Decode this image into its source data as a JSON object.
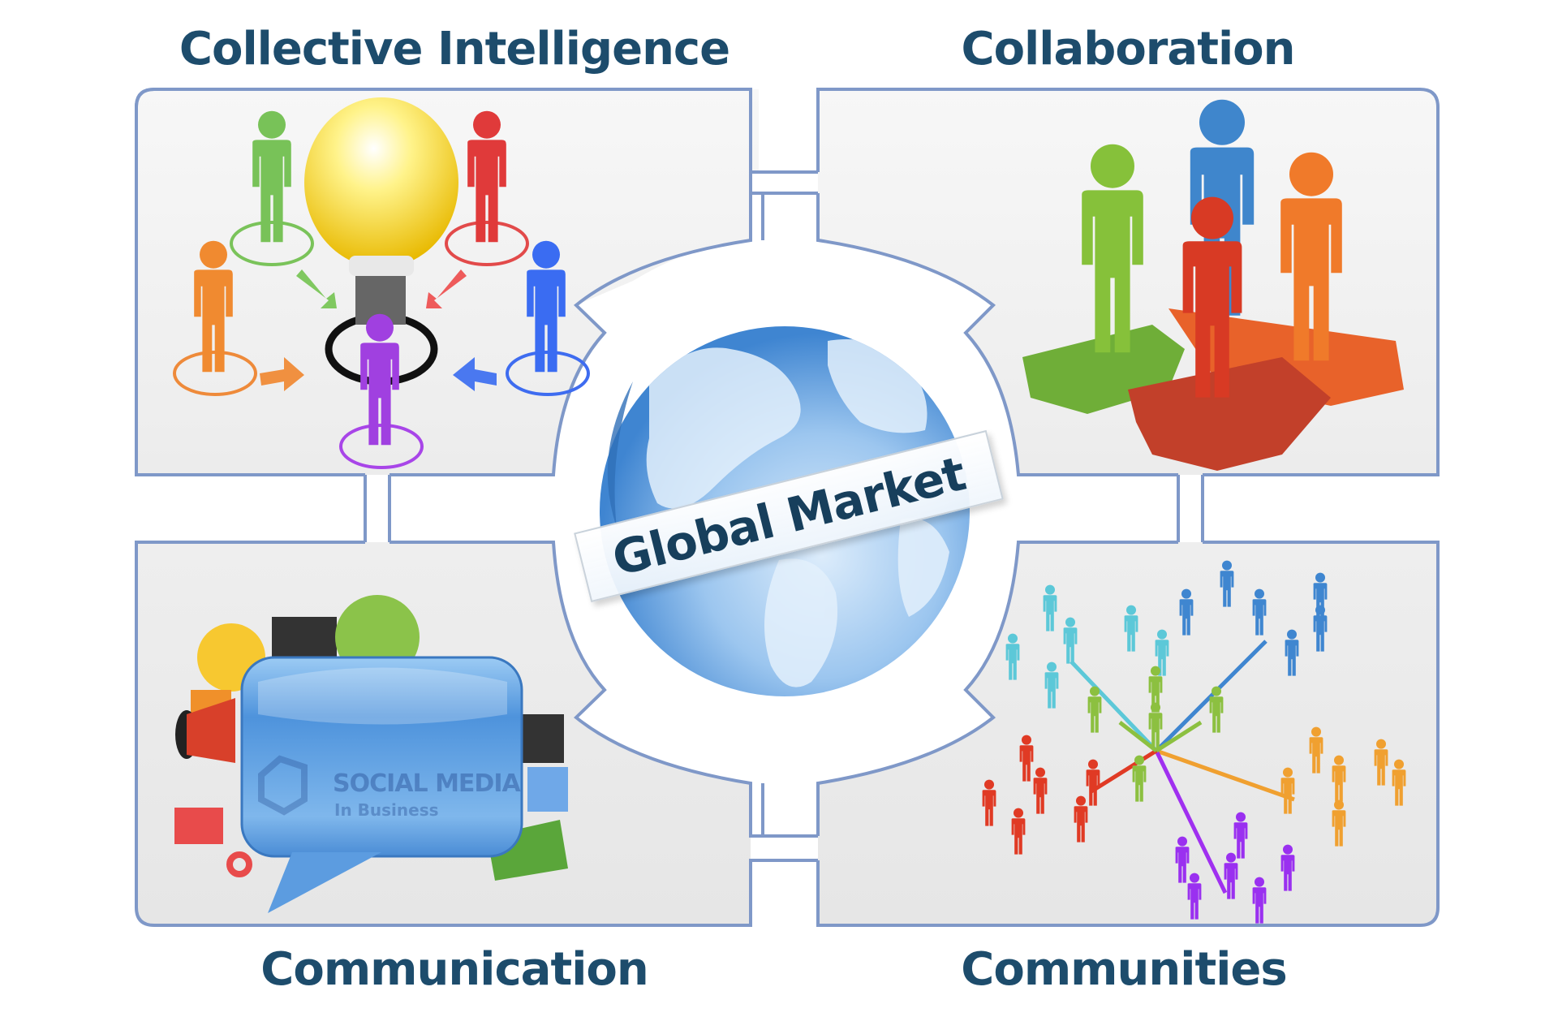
{
  "diagram": {
    "title": "Global Market",
    "center": {
      "label": "Global Market",
      "icon": "globe-icon"
    },
    "quadrants": [
      {
        "id": "top-left",
        "label": "Collective Intelligence",
        "icon": "lightbulb-people-icon"
      },
      {
        "id": "top-right",
        "label": "Collaboration",
        "icon": "people-puzzle-icon"
      },
      {
        "id": "bottom-left",
        "label": "Communication",
        "icon": "speech-bubble-social-media-icon",
        "inner_text": {
          "line1": "SOCIAL MEDIA",
          "line2": "In Business"
        }
      },
      {
        "id": "bottom-right",
        "label": "Communities",
        "icon": "people-network-icon"
      }
    ]
  },
  "colors": {
    "label_text": "#1d4c6c",
    "panel_border": "#7f98c8",
    "panel_fill": "#efefef",
    "globe_blue": "#4a8fd6",
    "banner_text": "#173f5c"
  }
}
